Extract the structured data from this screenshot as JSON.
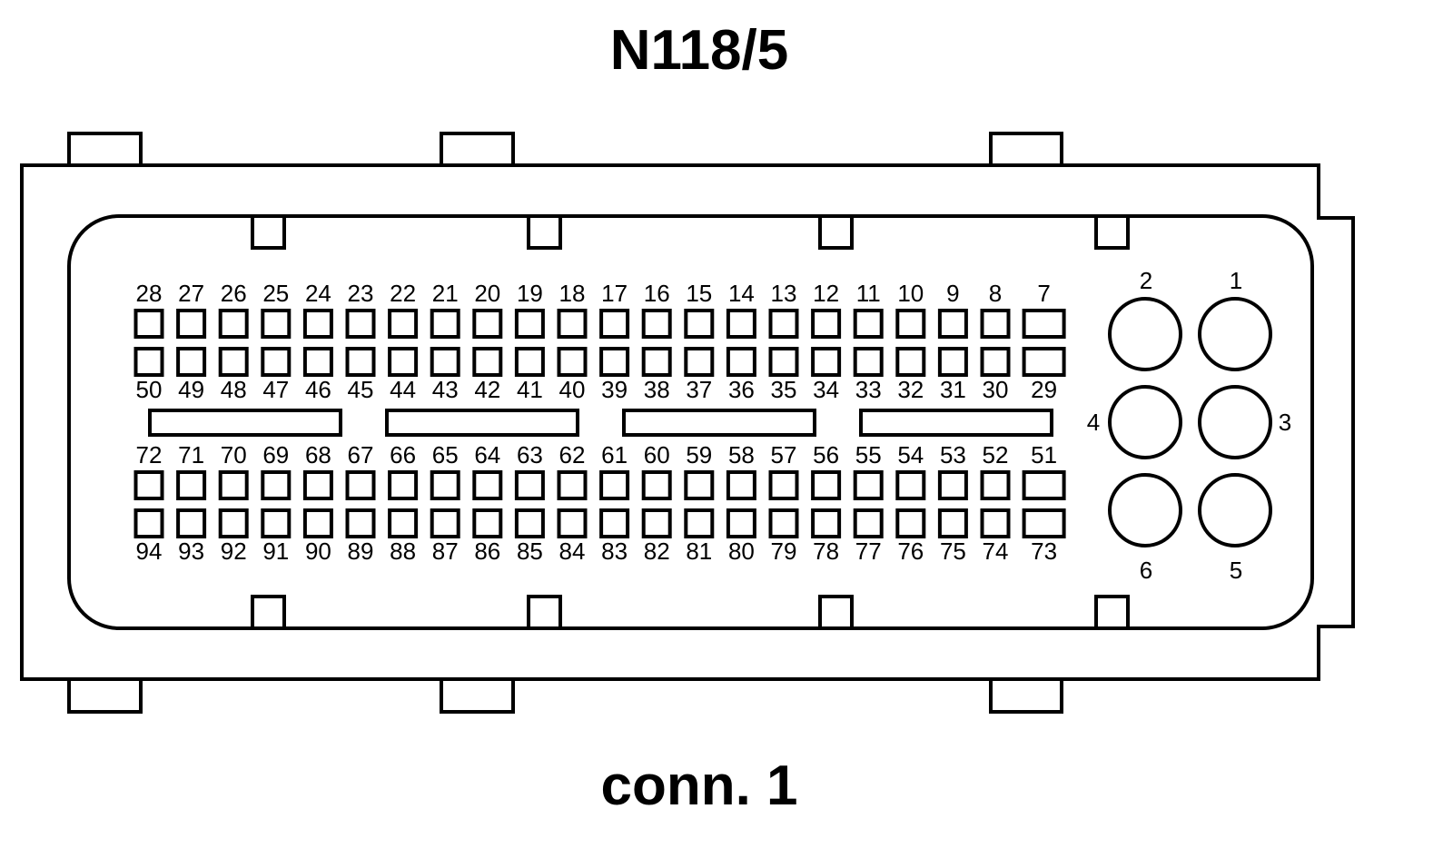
{
  "title": "N118/5",
  "caption": "conn. 1",
  "connector": {
    "rows": {
      "row1": [
        28,
        27,
        26,
        25,
        24,
        23,
        22,
        21,
        20,
        19,
        18,
        17,
        16,
        15,
        14,
        13,
        12,
        11,
        10,
        9,
        8,
        7
      ],
      "row2": [
        50,
        49,
        48,
        47,
        46,
        45,
        44,
        43,
        42,
        41,
        40,
        39,
        38,
        37,
        36,
        35,
        34,
        33,
        32,
        31,
        30,
        29
      ],
      "row3": [
        72,
        71,
        70,
        69,
        68,
        67,
        66,
        65,
        64,
        63,
        62,
        61,
        60,
        59,
        58,
        57,
        56,
        55,
        54,
        53,
        52,
        51
      ],
      "row4": [
        94,
        93,
        92,
        91,
        90,
        89,
        88,
        87,
        86,
        85,
        84,
        83,
        82,
        81,
        80,
        79,
        78,
        77,
        76,
        75,
        74,
        73
      ]
    },
    "large_pins": [
      "1",
      "2",
      "3",
      "4",
      "5",
      "6"
    ]
  }
}
